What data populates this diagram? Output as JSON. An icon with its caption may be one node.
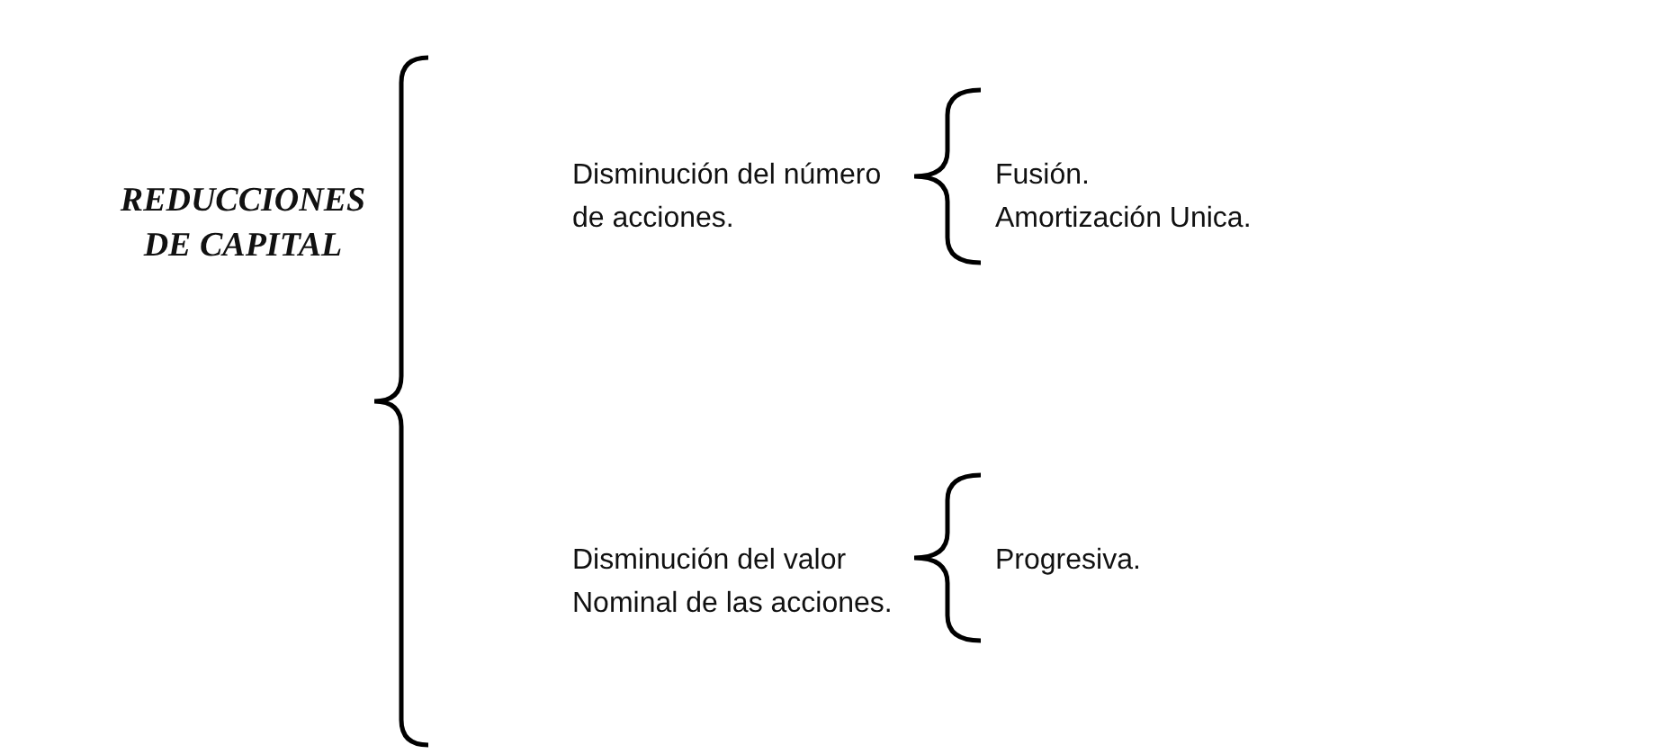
{
  "diagram": {
    "labels": [
      "REDUCCIONES DE CAPITAL",
      "Disminución del número de acciones.",
      "Fusión.",
      "Amortización Unica.",
      "Disminución del valor Nominal de las acciones.",
      "Progresiva."
    ]
  }
}
